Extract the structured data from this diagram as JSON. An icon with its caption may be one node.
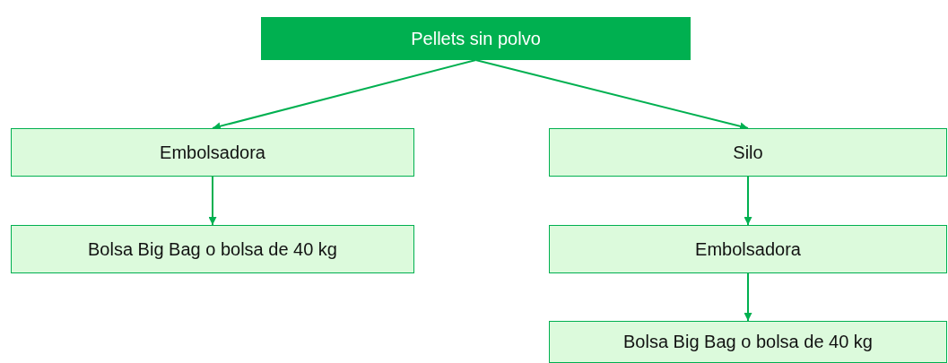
{
  "diagram": {
    "nodes": [
      {
        "text": [
          "Pellets sin polvo"
        ]
      },
      {
        "text": [
          "Embolsadora"
        ]
      },
      {
        "text": [
          "Bolsa Big Bag o bolsa de 40 kg"
        ]
      },
      {
        "text": [
          "Silo"
        ]
      },
      {
        "text": [
          "Embolsadora"
        ]
      },
      {
        "text": [
          "Bolsa Big Bag o bolsa de 40 kg"
        ]
      }
    ],
    "edges": [
      {
        "from": 0,
        "to": 1,
        "arrow": "to"
      },
      {
        "from": 0,
        "to": 3,
        "arrow": "to"
      },
      {
        "from": 1,
        "to": 2,
        "arrow": "to"
      },
      {
        "from": 3,
        "to": 4,
        "arrow": "to"
      },
      {
        "from": 4,
        "to": 5,
        "arrow": "to"
      }
    ]
  }
}
